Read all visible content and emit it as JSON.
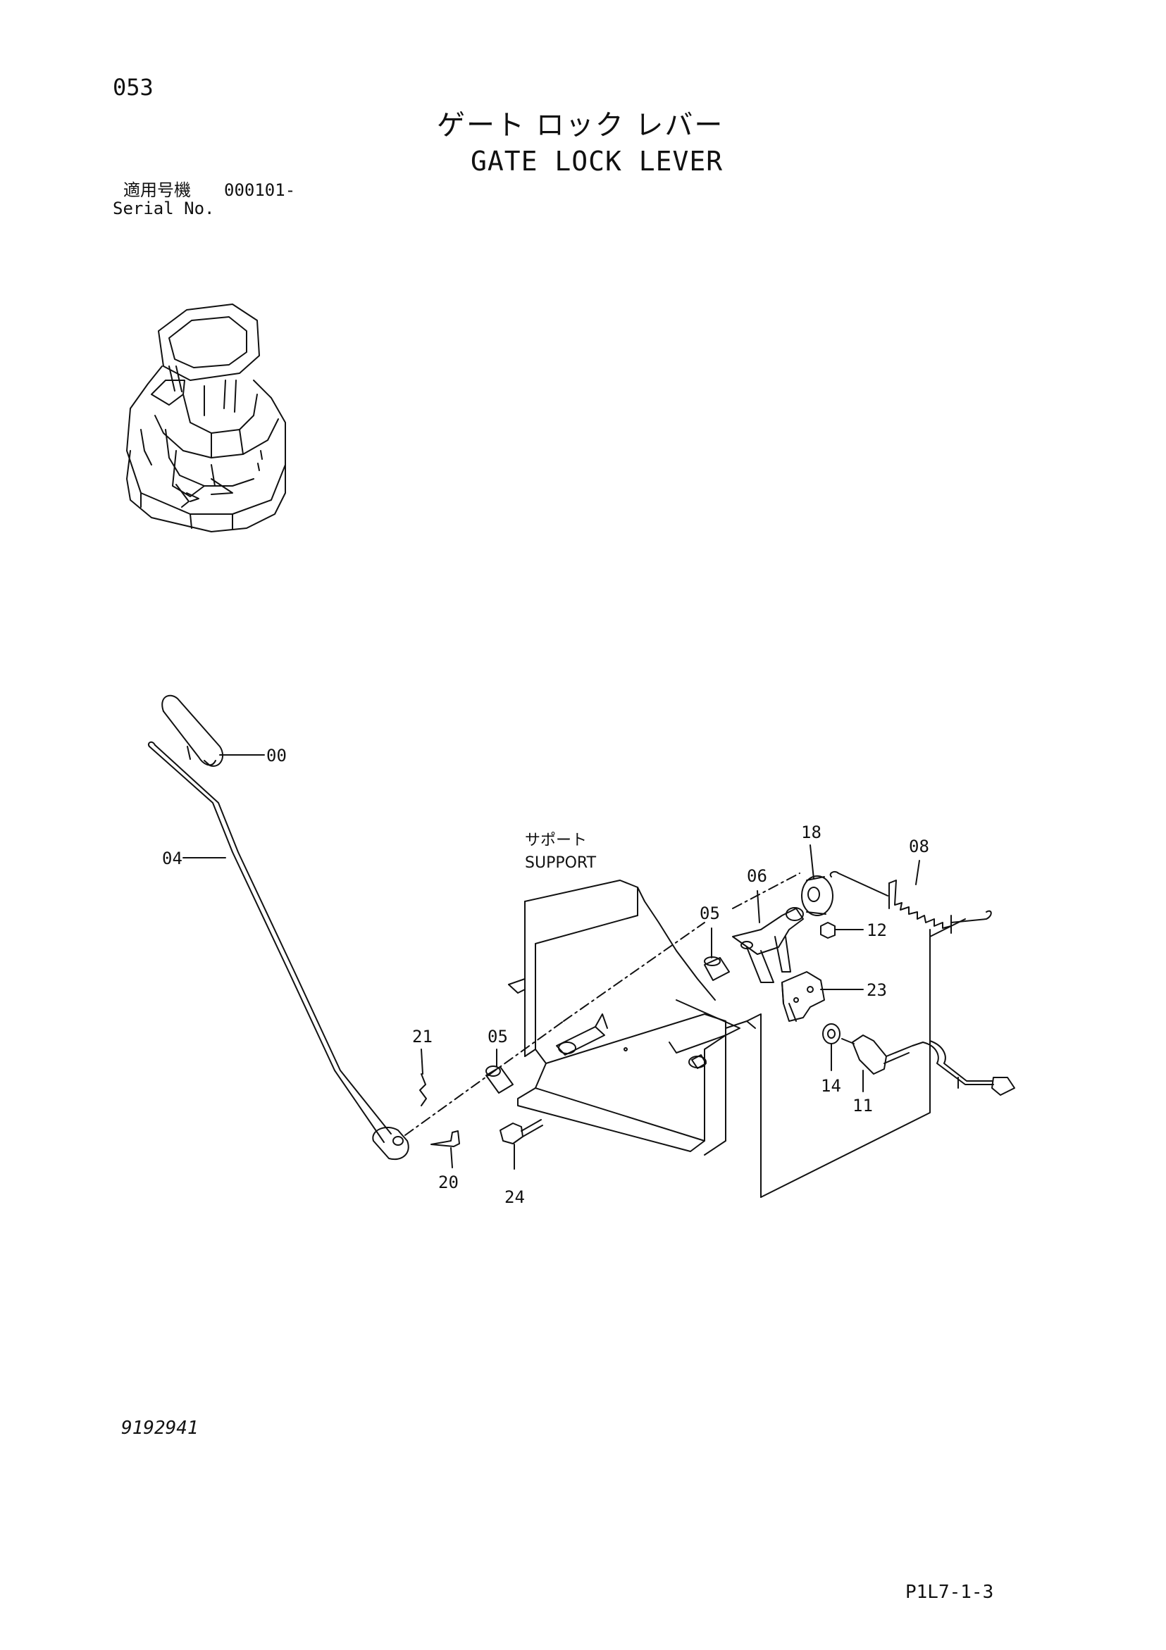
{
  "header": {
    "page_id": "053",
    "title_jp": "ゲート ロック レバー",
    "title_en": "GATE LOCK LEVER",
    "serial_label_jp": "適用号機",
    "serial_value": "000101-",
    "serial_label_en": "Serial No."
  },
  "parts": [
    {
      "ref": "00"
    },
    {
      "ref": "04"
    },
    {
      "ref": "05"
    },
    {
      "ref": "05"
    },
    {
      "ref": "06"
    },
    {
      "ref": "08"
    },
    {
      "ref": "11"
    },
    {
      "ref": "12"
    },
    {
      "ref": "14"
    },
    {
      "ref": "18"
    },
    {
      "ref": "20"
    },
    {
      "ref": "21"
    },
    {
      "ref": "23"
    },
    {
      "ref": "24"
    }
  ],
  "support_label": {
    "jp": "サポート",
    "en": "SUPPORT"
  },
  "footer": {
    "drawing_number": "9192941",
    "page_code": "P1L7-1-3"
  },
  "colors": {
    "line": "#111111",
    "background": "#ffffff"
  }
}
